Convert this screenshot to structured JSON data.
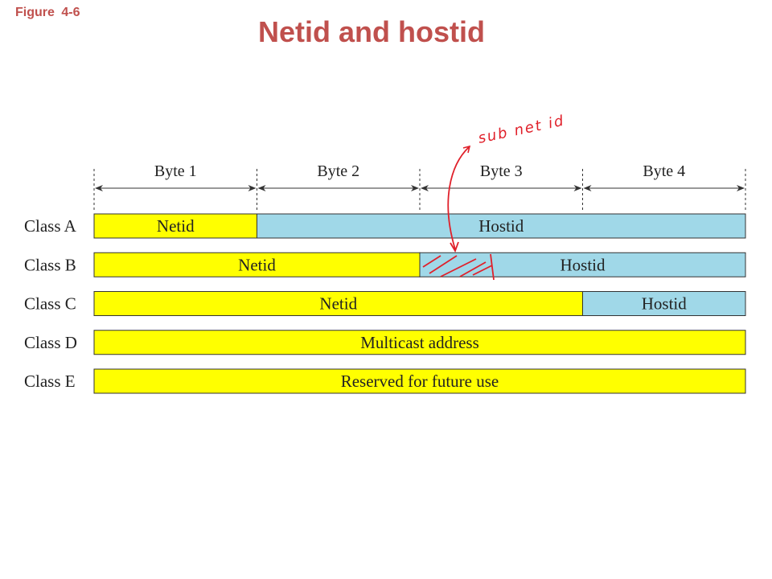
{
  "figure_label": "Figure 4-6",
  "title": "Netid and hostid",
  "bytes": [
    "Byte 1",
    "Byte 2",
    "Byte 3",
    "Byte 4"
  ],
  "classes": [
    {
      "label": "Class A",
      "segments": [
        {
          "text": "Netid",
          "kind": "net",
          "bytes": 1
        },
        {
          "text": "Hostid",
          "kind": "host",
          "bytes": 3
        }
      ]
    },
    {
      "label": "Class B",
      "segments": [
        {
          "text": "Netid",
          "kind": "net",
          "bytes": 2
        },
        {
          "text": "Hostid",
          "kind": "host",
          "bytes": 2
        }
      ]
    },
    {
      "label": "Class C",
      "segments": [
        {
          "text": "Netid",
          "kind": "net",
          "bytes": 3
        },
        {
          "text": "Hostid",
          "kind": "host",
          "bytes": 1
        }
      ]
    },
    {
      "label": "Class D",
      "segments": [
        {
          "text": "Multicast address",
          "kind": "net",
          "bytes": 4
        }
      ]
    },
    {
      "label": "Class E",
      "segments": [
        {
          "text": "Reserved for future use",
          "kind": "net",
          "bytes": 4
        }
      ]
    }
  ],
  "annotation": "sub net id",
  "colors": {
    "netid": "#ffff00",
    "hostid": "#a0d8e8",
    "title": "#c0504d",
    "annotation": "#e0202a",
    "border": "#333333"
  }
}
